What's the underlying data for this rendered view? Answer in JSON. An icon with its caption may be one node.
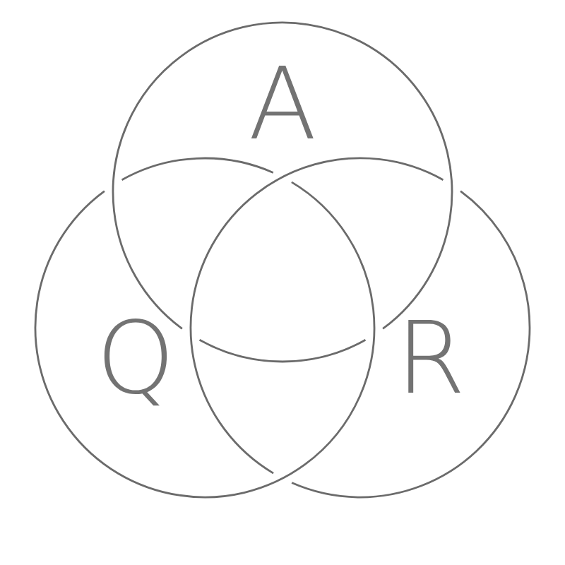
{
  "diagram": {
    "nodes": [
      {
        "text": [
          "A"
        ]
      },
      {
        "text": [
          "Q"
        ]
      },
      {
        "text": [
          "R"
        ]
      }
    ]
  }
}
